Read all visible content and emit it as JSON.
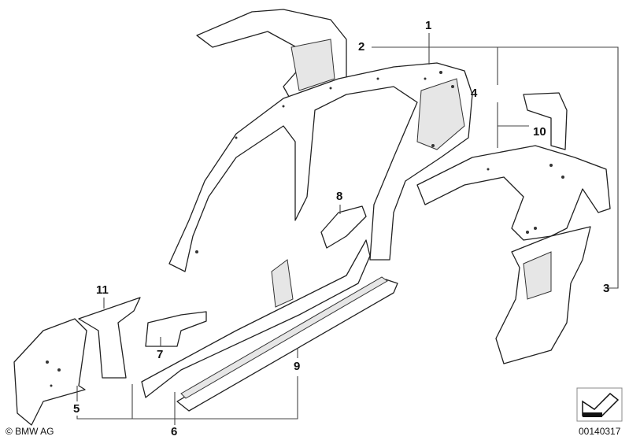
{
  "diagram": {
    "part_labels": {
      "p1": "1",
      "p2": "2",
      "p3": "3",
      "p4": "4",
      "p5": "5",
      "p6": "6",
      "p7": "7",
      "p8": "8",
      "p9": "9",
      "p10": "10",
      "p11": "11"
    },
    "copyright": "© BMW AG",
    "diagram_number": "00140317"
  }
}
